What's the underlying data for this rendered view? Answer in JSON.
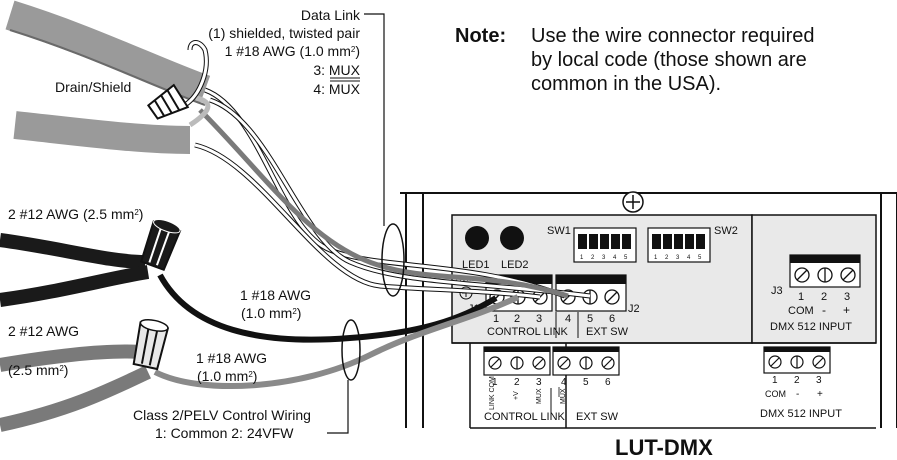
{
  "note": {
    "label": "Note:",
    "lines": [
      "Use the wire connector required",
      "by local code (those shown are",
      "common in the USA)."
    ]
  },
  "callouts": {
    "data_link": {
      "title": "Data Link",
      "line1": "(1) shielded, twisted pair",
      "line2": "1 #18 AWG (1.0 mm",
      "line2_sup": "2",
      "line2_end": ")",
      "mux": "3: MUX",
      "mux_bar": "4: MUX"
    },
    "drain": "Drain/Shield",
    "awg12_top": {
      "text": "2 #12 AWG (2.5 mm",
      "sup": "2",
      "end": ")"
    },
    "awg12_bottom_a": "2 #12 AWG",
    "awg12_bottom_b": {
      "text": "(2.5 mm",
      "sup": "2",
      "end": ")"
    },
    "awg18_upper": {
      "a": "1 #18 AWG",
      "b": "(1.0 mm",
      "sup": "2",
      "end": ")"
    },
    "awg18_lower": {
      "a": "1 #18 AWG",
      "b": "(1.0 mm",
      "sup": "2",
      "end": ")"
    },
    "class2": {
      "a": "Class 2/PELV Control Wiring",
      "b": "1: Common  2: 24VFW"
    }
  },
  "device": {
    "name": "LUT-DMX",
    "led1": "LED1",
    "led2": "LED2",
    "earth": "EARTH",
    "sw1": "SW1",
    "sw2": "SW2",
    "dip_numbers": [
      "1",
      "2",
      "3",
      "4",
      "5"
    ],
    "j1": "J1",
    "j2": "J2",
    "j3": "J3",
    "j1_pins": [
      "1",
      "2",
      "3"
    ],
    "j2_pins": [
      "4",
      "5",
      "6"
    ],
    "j3_pins": [
      "1",
      "2",
      "3"
    ],
    "control_link": "CONTROL LINK",
    "ext_sw": "EXT SW",
    "j3_com": "COM",
    "j3_minus": "-",
    "j3_plus": "+",
    "dmx_input": "DMX 512 INPUT",
    "lower": {
      "pins_left": [
        "1",
        "2",
        "3"
      ],
      "pins_mid": [
        "4",
        "5",
        "6"
      ],
      "pins_right": [
        "1",
        "2",
        "3"
      ],
      "vlabels": [
        "LINK COM",
        "+V",
        "MUX",
        "MUX"
      ],
      "control_link": "CONTROL LINK",
      "ext_sw": "EXT SW",
      "com": "COM",
      "minus": "-",
      "plus": "+",
      "dmx_input": "DMX 512 INPUT"
    }
  },
  "colors": {
    "cable_gray": "#9a9a9a",
    "cable_dark": "#1a1a1a",
    "wire_mid": "#7a7a7a",
    "board": "#e9e9e9",
    "line": "#111111"
  }
}
